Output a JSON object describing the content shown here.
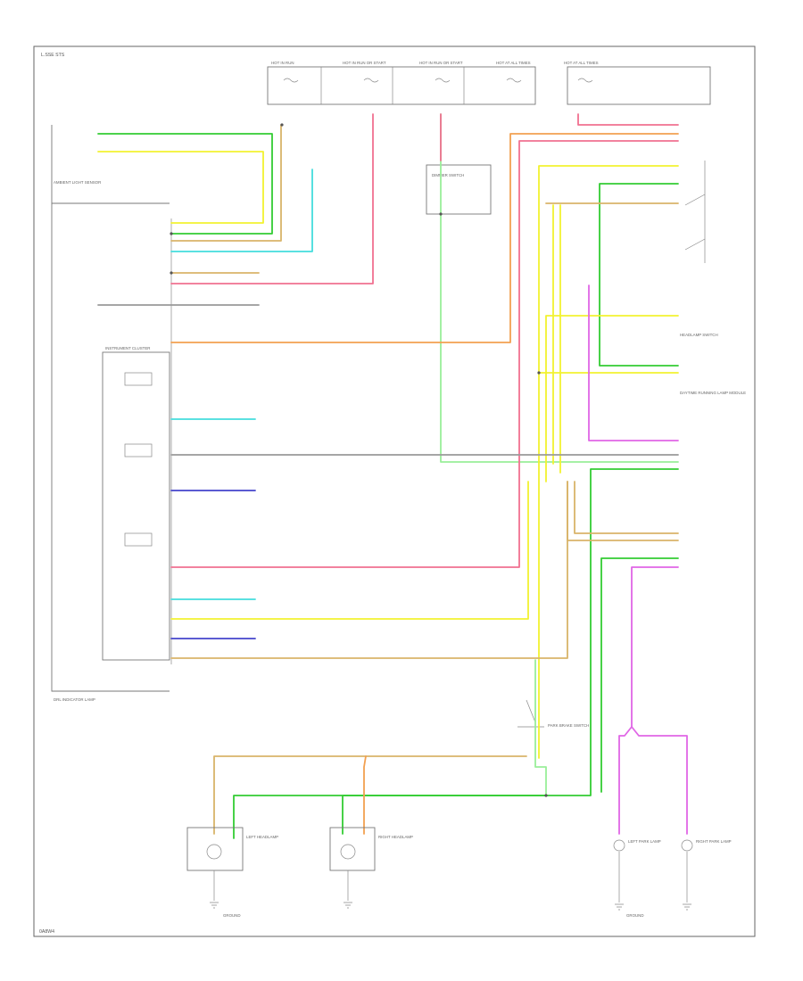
{
  "diagram": {
    "colors": {
      "green": "#33cc33",
      "yellow": "#f2f230",
      "tan": "#d9b46a",
      "orange": "#f2a050",
      "pink": "#f07090",
      "cyan": "#44dddd",
      "magenta": "#e066e6",
      "blue": "#4444cc",
      "gray": "#9a9a9a",
      "lightgreen": "#99ee99"
    },
    "labels": {
      "page_header": "L.SSE STS",
      "footer_code": "0A8W4",
      "fuse_1": "HOT IN RUN",
      "fuse_2": "HOT IN RUN OR START",
      "fuse_3": "HOT IN RUN OR START",
      "fuse_4": "HOT AT ALL TIMES",
      "fuse_5": "HOT AT ALL TIMES",
      "left_module": "AMBIENT LIGHT SENSOR",
      "right_module": "DAYTIME RUNNING LAMP MODULE",
      "headlamp_switch": "HEADLAMP SWITCH",
      "instrument_cluster": "INSTRUMENT CLUSTER",
      "dimmer_switch": "DIMMER SWITCH",
      "park_brake_switch": "PARK BRAKE SWITCH",
      "left_headlamp": "LEFT HEADLAMP",
      "right_headlamp": "RIGHT HEADLAMP",
      "left_park_lamp": "LEFT PARK LAMP",
      "right_park_lamp": "RIGHT PARK LAMP",
      "ground_left": "GROUND",
      "ground_right": "GROUND",
      "left_footnote": "DRL INDICATOR LAMP"
    }
  }
}
